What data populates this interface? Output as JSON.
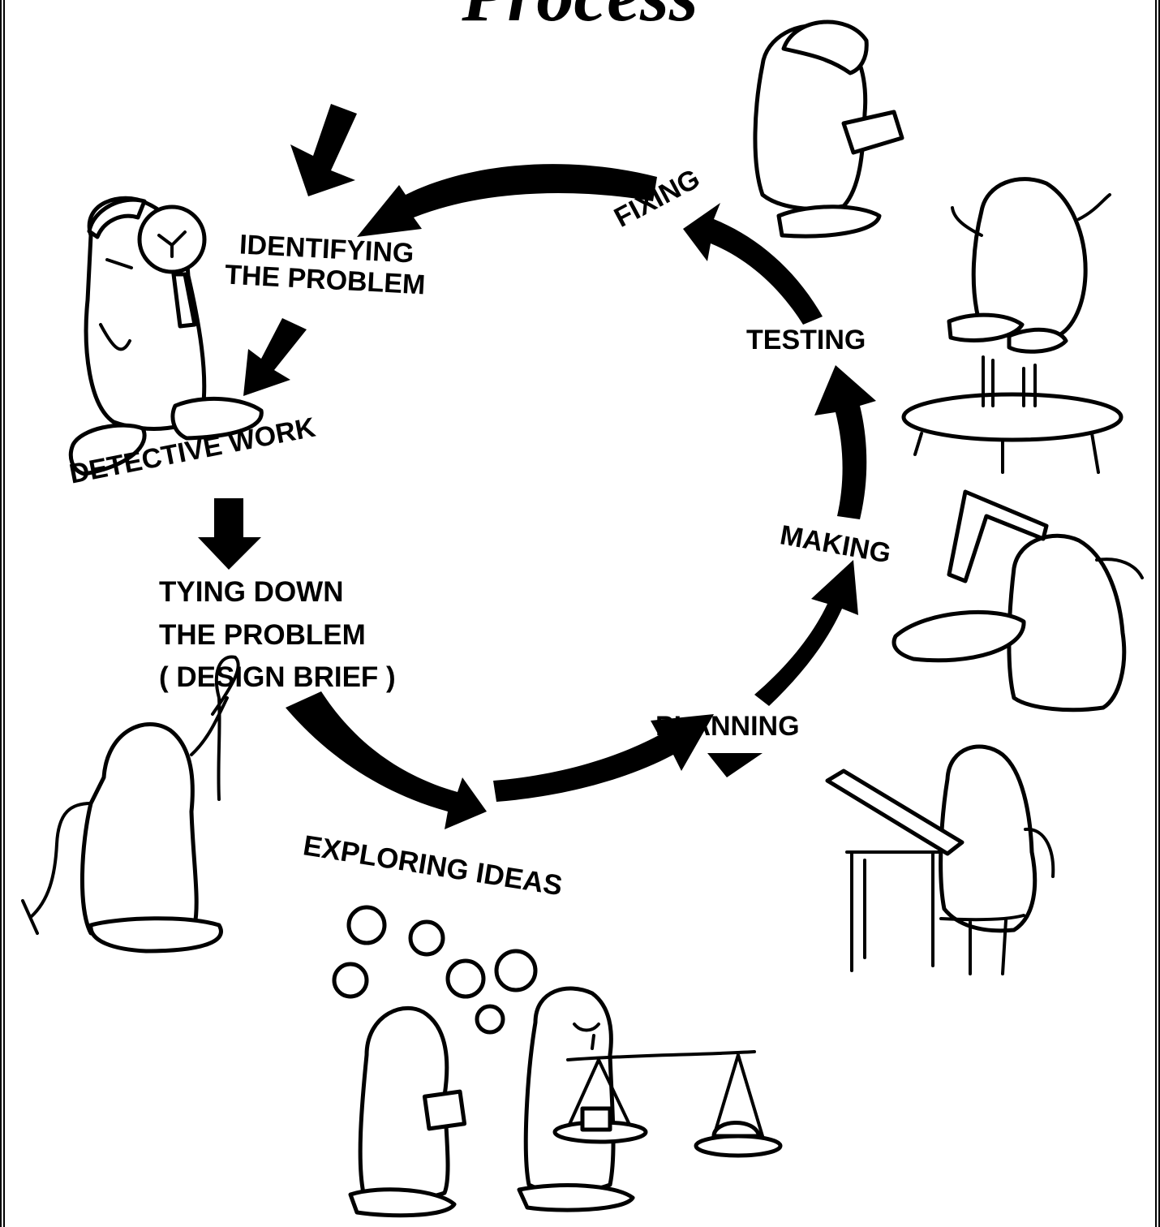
{
  "title": "Process",
  "stages": {
    "identifying": "IDENTIFYING\nTHE PROBLEM",
    "detective": "DETECTIVE WORK",
    "tying_down": "TYING DOWN\nTHE PROBLEM\n( DESIGN BRIEF )",
    "exploring": "EXPLORING IDEAS",
    "planning": "PLANNING",
    "making": "MAKING",
    "testing": "TESTING",
    "fixing": "FIXING"
  },
  "colors": {
    "ink": "#000000",
    "paper": "#ffffff"
  },
  "illustrations": [
    "detective-with-magnifier",
    "figure-with-rope",
    "thinking-figures-with-scales",
    "figure-at-drawing-board",
    "figure-with-saw",
    "figure-on-trampoline",
    "figure-with-paper"
  ]
}
